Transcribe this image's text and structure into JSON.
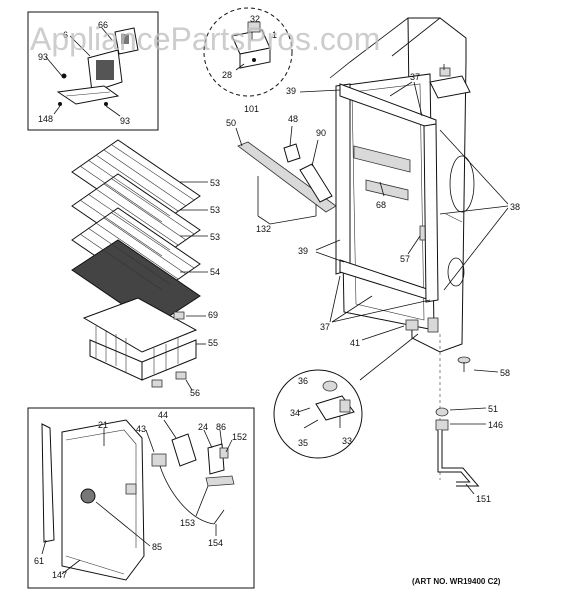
{
  "watermark": "AppliancePartsPros.com",
  "art_number": "(ART NO. WR19400 C2)",
  "callouts": {
    "c93a": "93",
    "c66": "66",
    "c6": "6",
    "c148": "148",
    "c93b": "93",
    "c32": "32",
    "c28": "28",
    "c101": "101",
    "c1": "1",
    "c39a": "39",
    "c37a": "37",
    "c39b": "39",
    "c37b": "37",
    "c50": "50",
    "c48": "48",
    "c90": "90",
    "c132": "132",
    "c53a": "53",
    "c53b": "53",
    "c53c": "53",
    "c54": "54",
    "c68": "68",
    "c57": "57",
    "c38": "38",
    "c69": "69",
    "c55": "55",
    "c56": "56",
    "c41": "41",
    "c58": "58",
    "c36": "36",
    "c34": "34",
    "c35": "35",
    "c33": "33",
    "c51": "51",
    "c146": "146",
    "c151": "151",
    "c21": "21",
    "c44": "44",
    "c43": "43",
    "c24": "24",
    "c86": "86",
    "c152": "152",
    "c153": "153",
    "c85": "85",
    "c154": "154",
    "c61": "61",
    "c147": "147"
  }
}
